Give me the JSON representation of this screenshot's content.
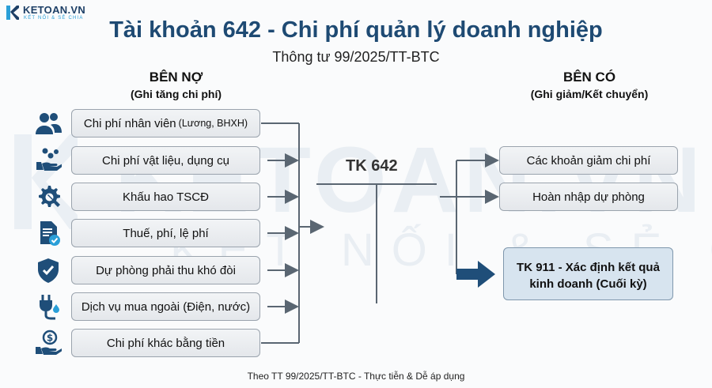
{
  "logo": {
    "name": "KETOAN.VN",
    "tagline": "KẾT NỐI & SẺ CHIA"
  },
  "watermark": {
    "big": "KETOAN.VN",
    "small": "KẾT NỐI & SẺ CHIA"
  },
  "title": "Tài khoản 642 - Chi phí quản lý doanh nghiệp",
  "subtitle": "Thông tư 99/2025/TT-BTC",
  "debit": {
    "heading": "BÊN NỢ",
    "subheading": "(Ghi tăng chi phí)",
    "items": [
      {
        "label": "Chi phí nhân viên",
        "note": "(Lương, BHXH)",
        "icon": "people-icon"
      },
      {
        "label": "Chi phí vật liệu, dụng cụ",
        "note": "",
        "icon": "hand-coins-icon"
      },
      {
        "label": "Khấu hao TSCĐ",
        "note": "",
        "icon": "gear-wrench-icon"
      },
      {
        "label": "Thuế, phí, lệ phí",
        "note": "",
        "icon": "document-check-icon"
      },
      {
        "label": "Dự phòng phải thu khó đòi",
        "note": "",
        "icon": "shield-check-icon"
      },
      {
        "label": "Dịch vụ mua ngoài (Điện, nước)",
        "note": "",
        "icon": "plug-drop-icon"
      },
      {
        "label": "Chi phí khác bằng tiền",
        "note": "",
        "icon": "hand-dollar-icon"
      }
    ]
  },
  "account": {
    "label": "TK 642"
  },
  "credit": {
    "heading": "BÊN CÓ",
    "subheading": "(Ghi giảm/Kết chuyển)",
    "items": [
      {
        "label": "Các khoản giảm chi phí"
      },
      {
        "label": "Hoàn nhập dự phòng"
      }
    ],
    "transfer": {
      "line1": "TK 911 - Xác định kết quả",
      "line2": "kinh doanh (Cuối kỳ)"
    }
  },
  "footer": "Theo TT 99/2025/TT-BTC - Thực tiễn & Dễ áp dụng",
  "colors": {
    "title": "#1e4a73",
    "line": "#5a6672",
    "icon": "#1f4e79",
    "accent": "#2a9fd8",
    "highlight": "#d7e4ef"
  }
}
